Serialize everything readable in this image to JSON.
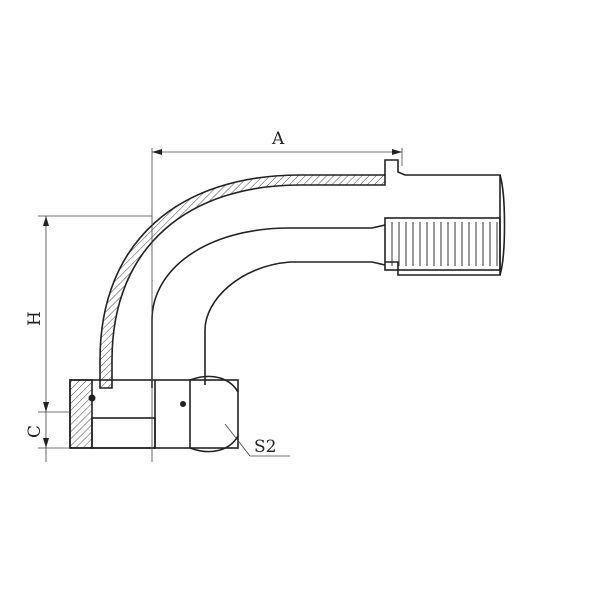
{
  "drawing": {
    "dimension_labels": {
      "a": "A",
      "h": "H",
      "c": "C",
      "s2": "S2"
    },
    "line_color": "#222222",
    "background": "#ffffff"
  }
}
